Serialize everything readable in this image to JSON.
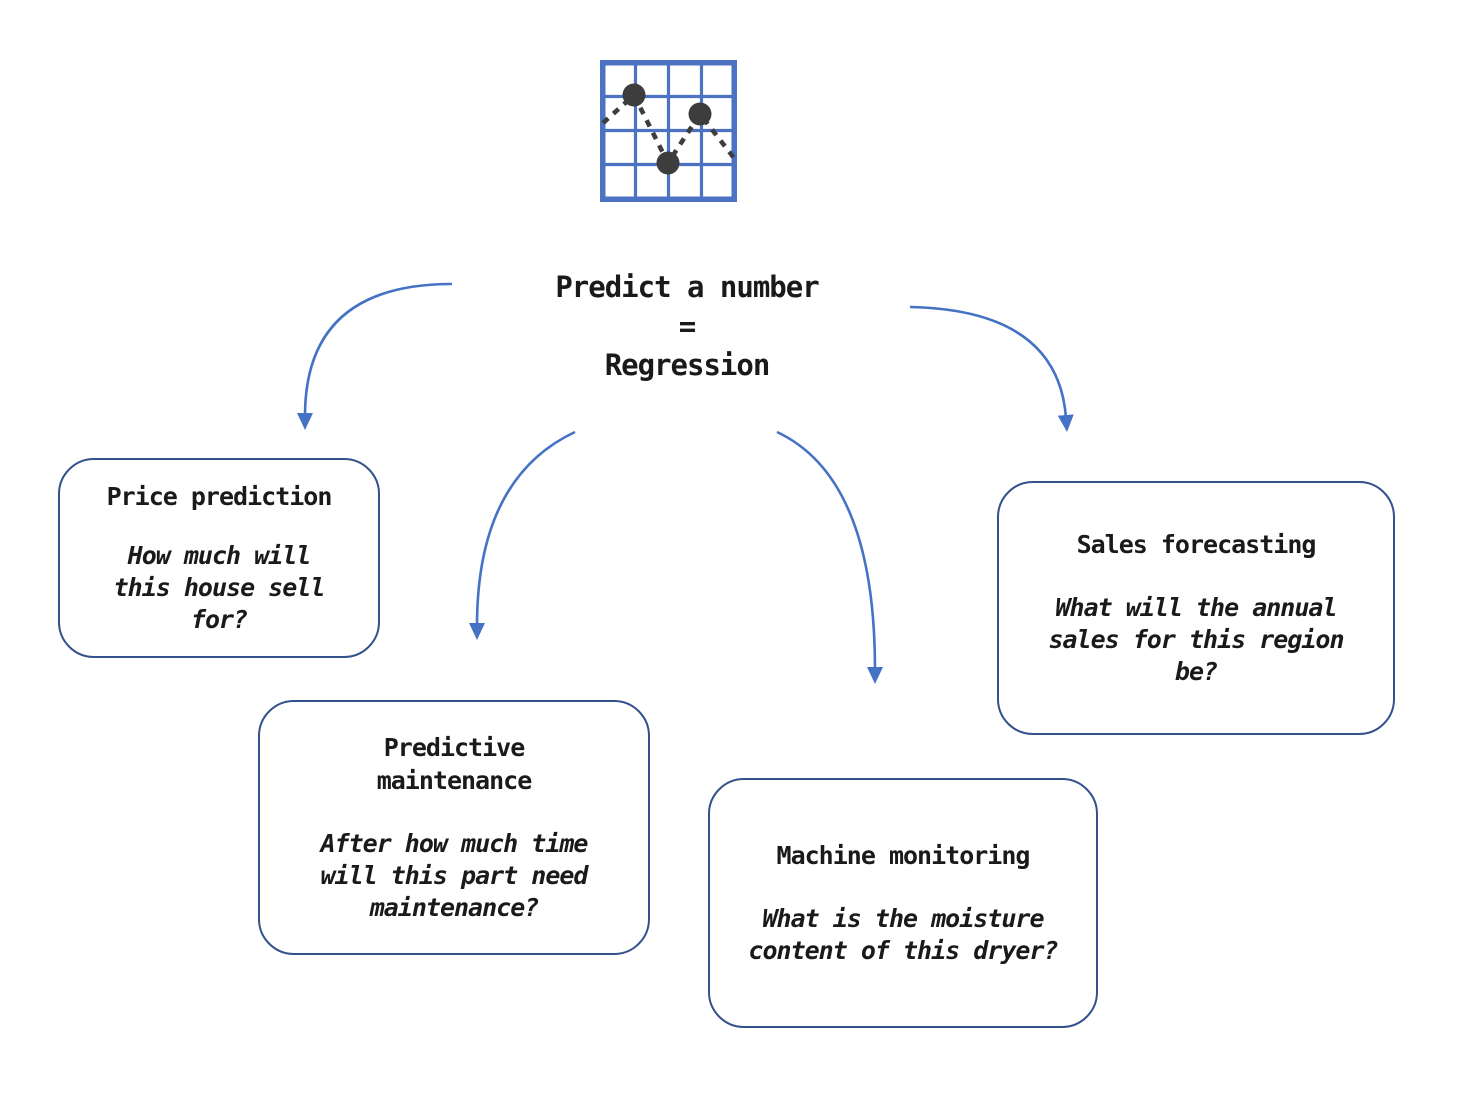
{
  "title": {
    "line1": "Predict a number",
    "equals": "=",
    "line2": "Regression"
  },
  "icon": "line-chart-icon",
  "colors": {
    "arrow": "#4472C4",
    "box_border": "#33518A",
    "icon_grid": "#4C72C4",
    "icon_marker": "#3d3d3d",
    "text": "#1a1a1a"
  },
  "boxes": [
    {
      "id": "price-prediction",
      "title": "Price prediction",
      "question": "How much will this house sell for?"
    },
    {
      "id": "predictive-maintenance",
      "title": "Predictive maintenance",
      "question": "After how much time will this part need maintenance?"
    },
    {
      "id": "machine-monitoring",
      "title": "Machine monitoring",
      "question": "What is the moisture content of this dryer?"
    },
    {
      "id": "sales-forecasting",
      "title": "Sales forecasting",
      "question": "What will the annual sales for this region be?"
    }
  ]
}
